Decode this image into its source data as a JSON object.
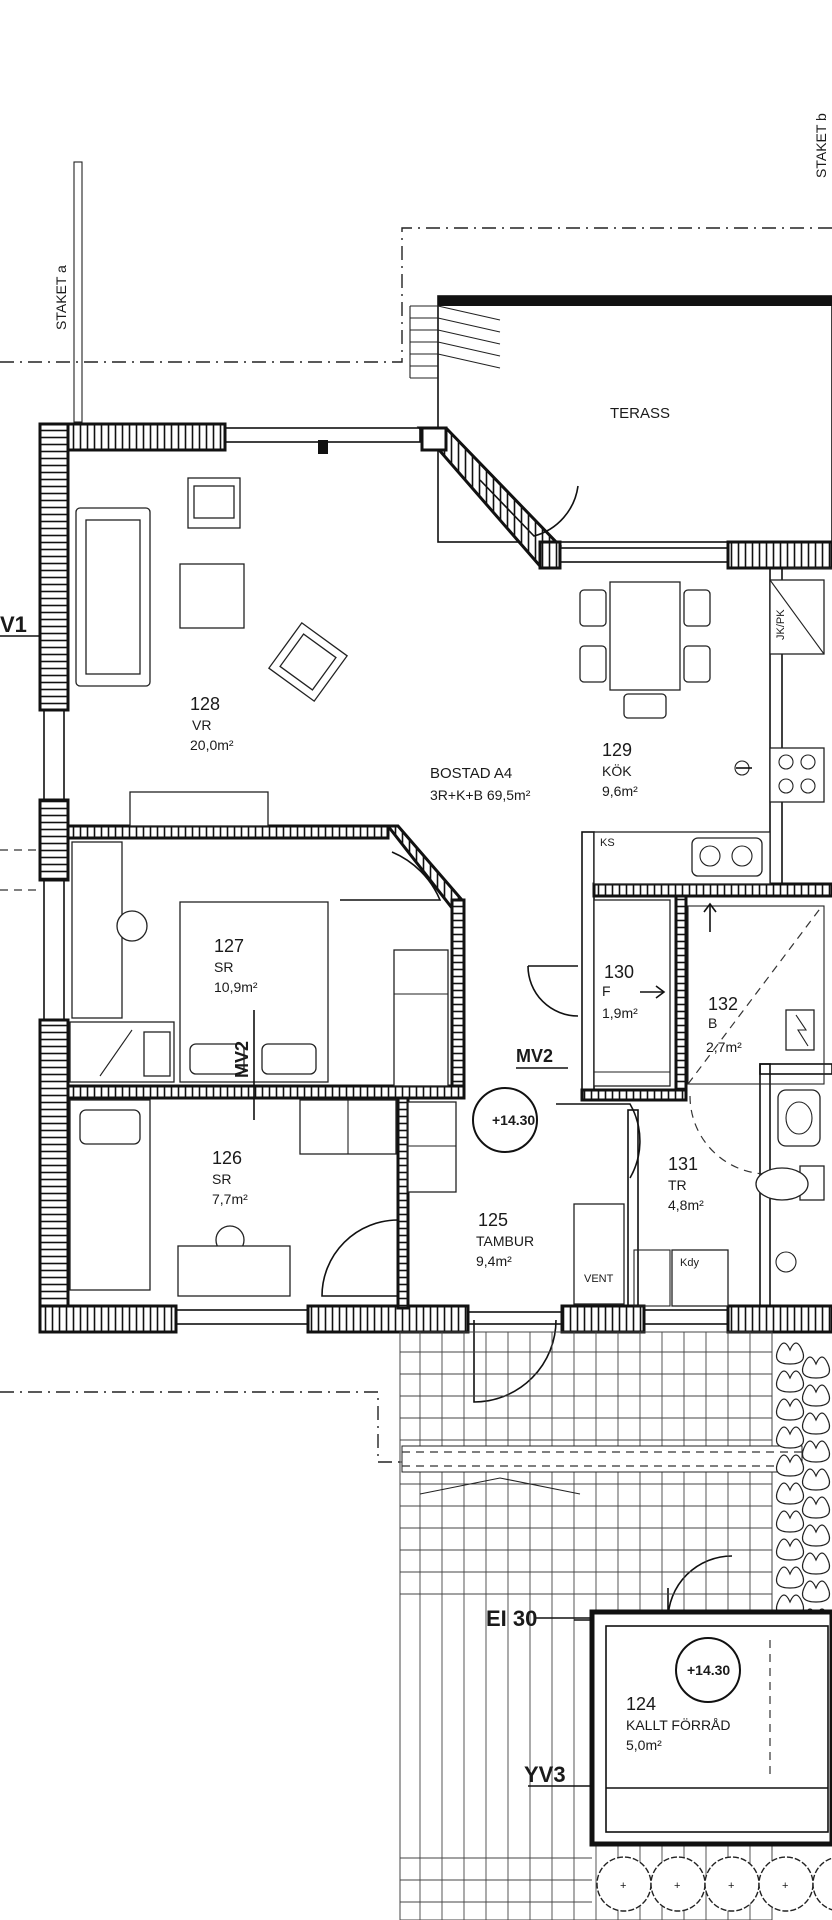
{
  "labels": {
    "staket_a": "STAKET a",
    "staket_b": "STAKET b",
    "terass": "TERASS",
    "v1": "V1",
    "apartment_name": "BOSTAD A4",
    "apartment_type": "3R+K+B  69,5m²",
    "mv2_left": "MV2",
    "mv2_mid": "MV2",
    "ei30": "EI 30",
    "yv": "YV3",
    "vent": "VENT",
    "jkpk": "JK/PK",
    "ks": "KS",
    "kdy": "Kdy"
  },
  "rooms": [
    {
      "key": "r128",
      "number": "128",
      "name": "VR",
      "area": "20,0m²"
    },
    {
      "key": "r129",
      "number": "129",
      "name": "KÖK",
      "area": "9,6m²"
    },
    {
      "key": "r127",
      "number": "127",
      "name": "SR",
      "area": "10,9m²"
    },
    {
      "key": "r126",
      "number": "126",
      "name": "SR",
      "area": "7,7m²"
    },
    {
      "key": "r125",
      "number": "125",
      "name": "TAMBUR",
      "area": "9,4m²"
    },
    {
      "key": "r130",
      "number": "130",
      "name": "F",
      "area": "1,9m²"
    },
    {
      "key": "r132",
      "number": "132",
      "name": "B",
      "area": "2,7m²"
    },
    {
      "key": "r131",
      "number": "131",
      "name": "TR",
      "area": "4,8m²"
    },
    {
      "key": "r124",
      "number": "124",
      "name": "KALLT FÖRRÅD",
      "area": "5,0m²"
    }
  ],
  "levels": {
    "entry_level": "+14.30",
    "storage_level": "+14.30"
  }
}
